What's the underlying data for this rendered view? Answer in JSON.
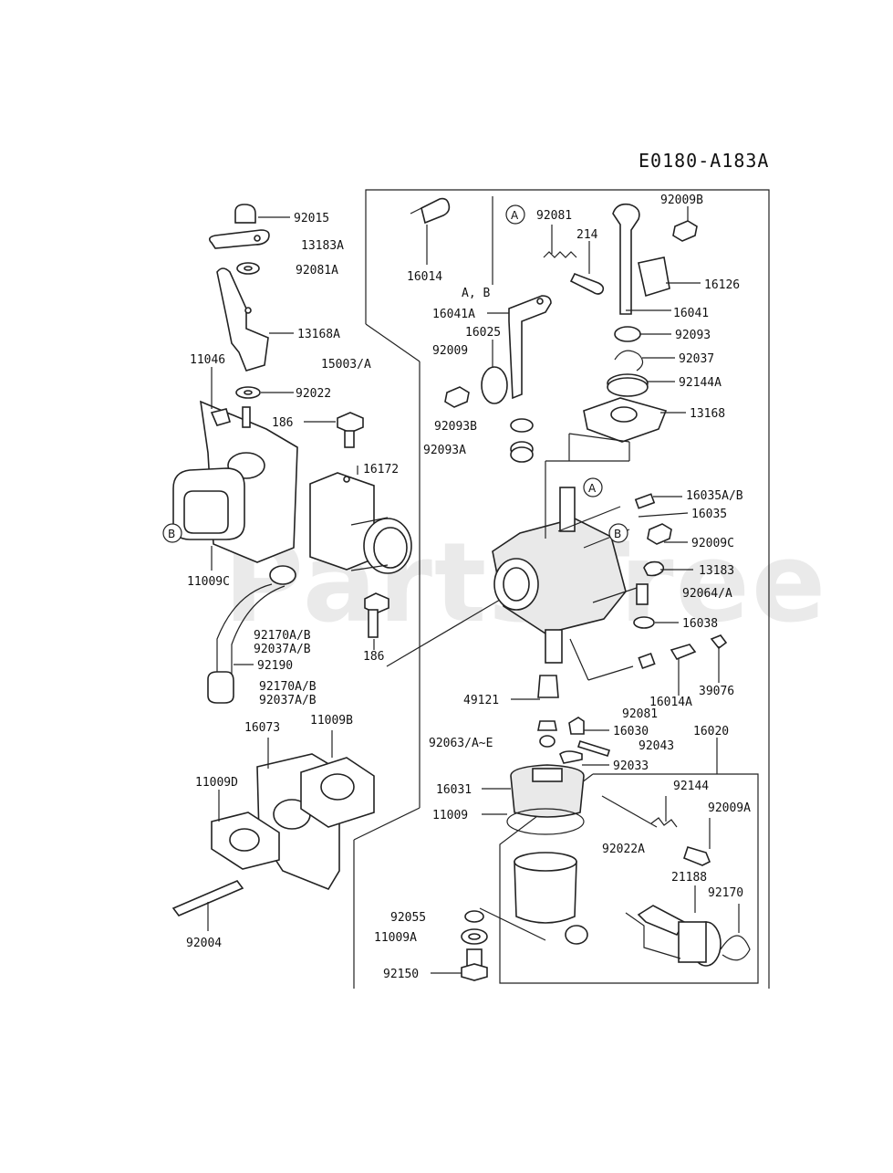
{
  "diagram_id": "E0180-A183A",
  "watermark": "PartsTree",
  "ref_marks": [
    "A",
    "B"
  ],
  "labels": {
    "p92015": "92015",
    "p13183A": "13183A",
    "p92081A": "92081A",
    "p13168A": "13168A",
    "p11046": "11046",
    "p15003A": "15003/A",
    "p92022": "92022",
    "p186a": "186",
    "p16172": "16172",
    "p11009C": "11009C",
    "p186b": "186",
    "p92170AB_1": "92170A/B",
    "p92037AB_1": "92037A/B",
    "p92190": "92190",
    "p92170AB_2": "92170A/B",
    "p92037AB_2": "92037A/B",
    "p16073": "16073",
    "p11009B": "11009B",
    "p11009D": "11009D",
    "p92004": "92004",
    "p16014": "16014",
    "pAB": "A, B",
    "p92081": "92081",
    "p214": "214",
    "p92009B": "92009B",
    "p16126": "16126",
    "p16041A": "16041A",
    "p16025": "16025",
    "p16041": "16041",
    "p92009": "92009",
    "p92093": "92093",
    "p92037": "92037",
    "p92144A": "92144A",
    "p13168": "13168",
    "p92093B": "92093B",
    "p92093A": "92093A",
    "p16035AB": "16035A/B",
    "p16035": "16035",
    "p92009C": "92009C",
    "p13183": "13183",
    "p92064A": "92064/A",
    "p16038": "16038",
    "p49121": "49121",
    "p16014A": "16014A",
    "p39076": "39076",
    "p92081b": "92081",
    "p16020": "16020",
    "p16030": "16030",
    "p92063": "92063/A~E",
    "p92043": "92043",
    "p92033": "92033",
    "p16031": "16031",
    "p11009": "11009",
    "p92144": "92144",
    "p92009A": "92009A",
    "p92022A": "92022A",
    "p21188": "21188",
    "p92170": "92170",
    "p92055": "92055",
    "p11009A": "11009A",
    "p92150": "92150"
  }
}
